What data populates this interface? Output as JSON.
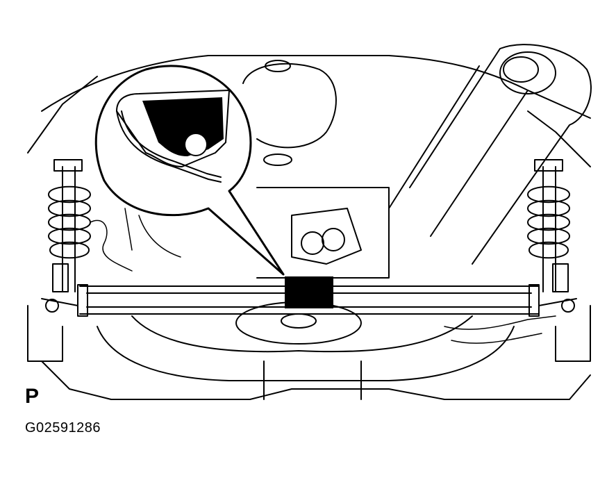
{
  "figure": {
    "view_letter": "P",
    "code": "G02591286"
  },
  "colors": {
    "ink": "#000000",
    "paper": "#ffffff",
    "marking_fill": "#000000"
  },
  "icons": {
    "callout": "magnified-detail-callout",
    "marking": "paint-mark-square",
    "springs": "coil-spring"
  }
}
